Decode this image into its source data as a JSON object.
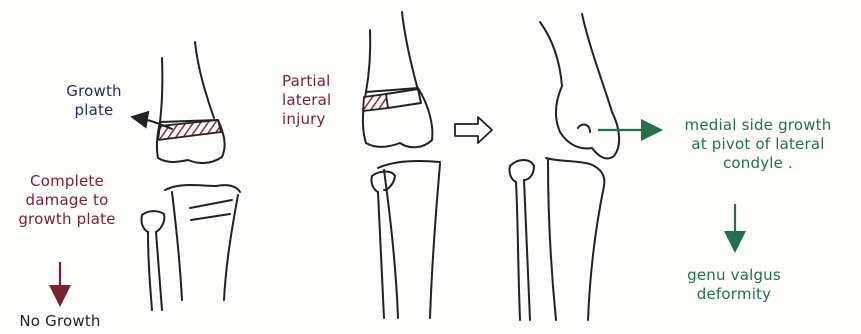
{
  "colors": {
    "ink": "#222222",
    "growth_plate_label": "#24305e",
    "injury_label": "#7b2232",
    "outcome_label": "#23704a",
    "hatch": "#8a2a3a"
  },
  "labels": {
    "growth_plate": [
      "Growth",
      "plate"
    ],
    "complete_damage": [
      "Complete",
      "damage to",
      "growth plate"
    ],
    "no_growth": "No Growth",
    "partial_injury": [
      "Partial",
      "lateral",
      "injury"
    ],
    "medial_growth": [
      "medial side growth",
      "at pivot of lateral",
      "condyle ."
    ],
    "deformity": [
      "genu valgus",
      "deformity"
    ]
  },
  "icons": {
    "transition_arrow": "hollow-right-arrow-icon",
    "flow_arrows": "down-arrow-icon"
  }
}
